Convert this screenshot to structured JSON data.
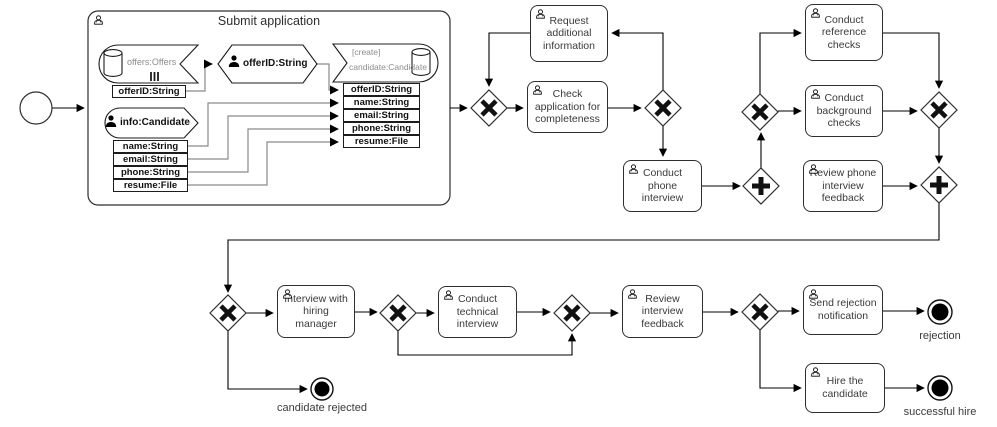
{
  "subprocess": {
    "title": "Submit application",
    "offers_store_label": "offers:Offers",
    "offers_row": "offerID:String",
    "transform_label": "offerID:String",
    "create_tag": "[create]",
    "candidate_store_label": "candidate:Candidate",
    "candidate_rows": [
      "offerID:String",
      "name:String",
      "email:String",
      "phone:String",
      "resume:File"
    ],
    "info_label": "info:Candidate",
    "info_rows": [
      "name:String",
      "email:String",
      "phone:String",
      "resume:File"
    ]
  },
  "tasks": {
    "request": "Request additional information",
    "check": "Check application for completeness",
    "phone": "Conduct phone interview",
    "reference": "Conduct reference checks",
    "background": "Conduct background checks",
    "review_phone": "Review phone interview feedback",
    "interview_manager": "Interview with hiring manager",
    "technical": "Conduct technical interview",
    "review_feedback": "Review interview feedback",
    "send_rejection": "Send rejection notification",
    "hire": "Hire the candidate"
  },
  "events": {
    "candidate_rejected": "candidate rejected",
    "rejection": "rejection",
    "successful_hire": "successful hire"
  },
  "gateways": {
    "exclusive_marker": "X",
    "parallel_marker": "+"
  },
  "colors": {
    "line": "#000000",
    "shape_stroke": "#2e2e2e",
    "text": "#3a3a3a",
    "muted_text": "#8c8c8c",
    "map_line": "#8a8a8a",
    "fill": "#ffffff"
  }
}
